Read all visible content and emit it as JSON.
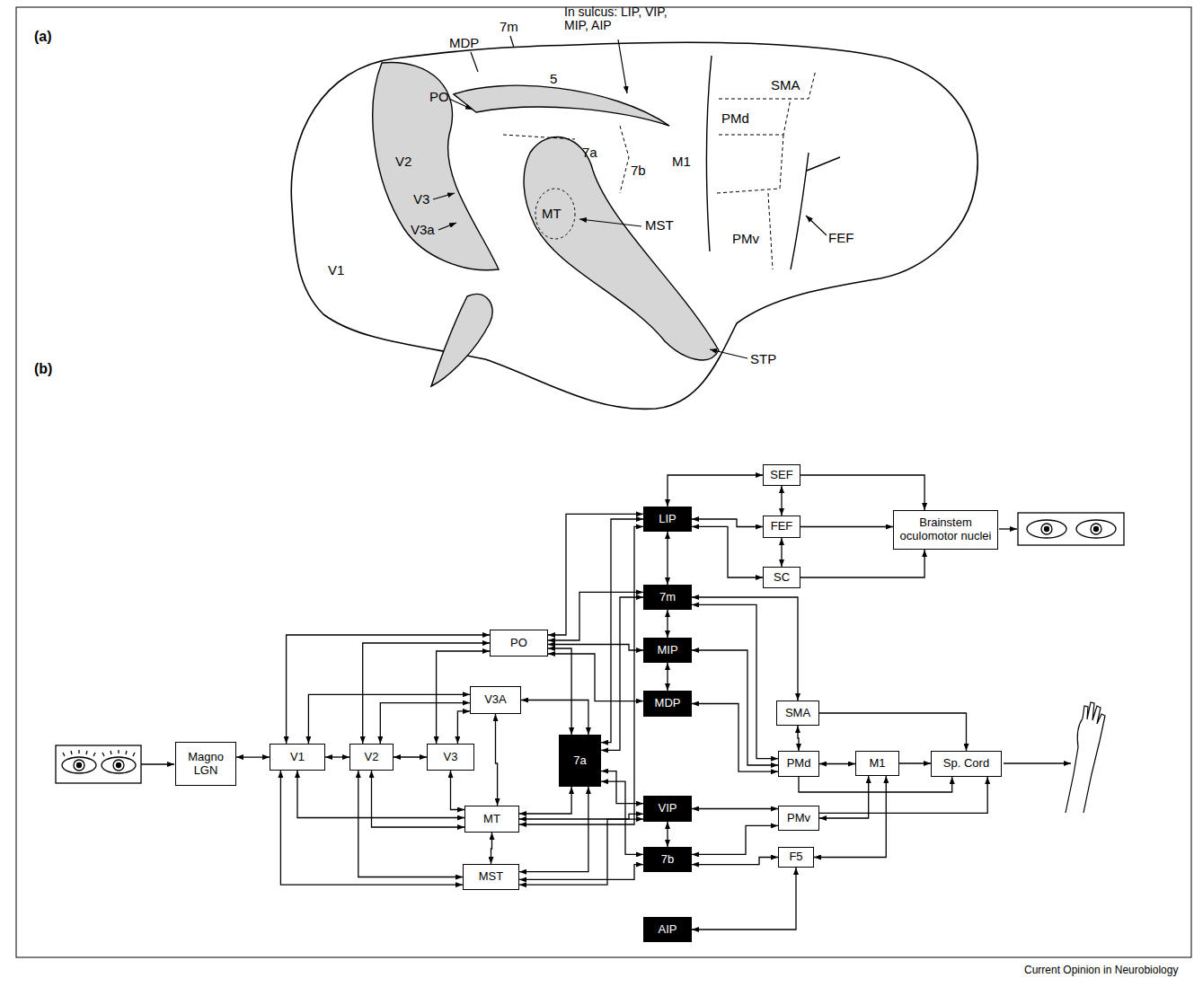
{
  "diagram": {
    "nodes": [
      {
        "text": [
          "Magno LGN"
        ]
      },
      {
        "text": [
          "V1"
        ]
      },
      {
        "text": [
          "V2"
        ]
      },
      {
        "text": [
          "V3"
        ]
      },
      {
        "text": [
          "V3A"
        ]
      },
      {
        "text": [
          "PO"
        ]
      },
      {
        "text": [
          "MT"
        ]
      },
      {
        "text": [
          "MST"
        ]
      },
      {
        "text": [
          "7a"
        ]
      },
      {
        "text": [
          "LIP"
        ]
      },
      {
        "text": [
          "7m"
        ]
      },
      {
        "text": [
          "MIP"
        ]
      },
      {
        "text": [
          "MDP"
        ]
      },
      {
        "text": [
          "VIP"
        ]
      },
      {
        "text": [
          "7b"
        ]
      },
      {
        "text": [
          "AIP"
        ]
      },
      {
        "text": [
          "SEF"
        ]
      },
      {
        "text": [
          "FEF"
        ]
      },
      {
        "text": [
          "SC"
        ]
      },
      {
        "text": [
          "Brainstem oculomotor nuclei"
        ]
      },
      {
        "text": [
          "SMA"
        ]
      },
      {
        "text": [
          "PMd"
        ]
      },
      {
        "text": [
          "M1"
        ]
      },
      {
        "text": [
          "Sp. Cord"
        ]
      },
      {
        "text": [
          "PMv"
        ]
      },
      {
        "text": [
          "F5"
        ]
      }
    ],
    "edges": [
      {
        "from": 0,
        "to": 1,
        "arrow": "both"
      },
      {
        "from": 1,
        "to": 2,
        "arrow": "both"
      },
      {
        "from": 2,
        "to": 3,
        "arrow": "both"
      },
      {
        "from": 1,
        "to": 5,
        "arrow": "both"
      },
      {
        "from": 2,
        "to": 5,
        "arrow": "both"
      },
      {
        "from": 3,
        "to": 5,
        "arrow": "both"
      },
      {
        "from": 1,
        "to": 4,
        "arrow": "both"
      },
      {
        "from": 2,
        "to": 4,
        "arrow": "both"
      },
      {
        "from": 3,
        "to": 4,
        "arrow": "both"
      },
      {
        "from": 1,
        "to": 6,
        "arrow": "both"
      },
      {
        "from": 2,
        "to": 6,
        "arrow": "both"
      },
      {
        "from": 3,
        "to": 6,
        "arrow": "both"
      },
      {
        "from": 2,
        "to": 7,
        "arrow": "both"
      },
      {
        "from": 1,
        "to": 7,
        "arrow": "both"
      },
      {
        "from": 6,
        "to": 7,
        "arrow": "both"
      },
      {
        "from": 4,
        "to": 6,
        "arrow": "both"
      },
      {
        "from": 5,
        "to": 8,
        "arrow": "both"
      },
      {
        "from": 4,
        "to": 8,
        "arrow": "both"
      },
      {
        "from": 6,
        "to": 8,
        "arrow": "both"
      },
      {
        "from": 7,
        "to": 8,
        "arrow": "both"
      },
      {
        "from": 8,
        "to": 9,
        "arrow": "both"
      },
      {
        "from": 8,
        "to": 10,
        "arrow": "both"
      },
      {
        "from": 8,
        "to": 13,
        "arrow": "both"
      },
      {
        "from": 8,
        "to": 14,
        "arrow": "both"
      },
      {
        "from": 5,
        "to": 9,
        "arrow": "both"
      },
      {
        "from": 5,
        "to": 10,
        "arrow": "both"
      },
      {
        "from": 5,
        "to": 11,
        "arrow": "both"
      },
      {
        "from": 5,
        "to": 12,
        "arrow": "both"
      },
      {
        "from": 6,
        "to": 9,
        "arrow": "both"
      },
      {
        "from": 6,
        "to": 13,
        "arrow": "both"
      },
      {
        "from": 7,
        "to": 14,
        "arrow": "both"
      },
      {
        "from": 7,
        "to": 13,
        "arrow": "both"
      },
      {
        "from": 9,
        "to": 10,
        "arrow": "both"
      },
      {
        "from": 10,
        "to": 11,
        "arrow": "both"
      },
      {
        "from": 11,
        "to": 12,
        "arrow": "both"
      },
      {
        "from": 13,
        "to": 14,
        "arrow": "both"
      },
      {
        "from": 9,
        "to": 17,
        "arrow": "both"
      },
      {
        "from": 9,
        "to": 16,
        "arrow": "both"
      },
      {
        "from": 9,
        "to": 18,
        "arrow": "both"
      },
      {
        "from": 16,
        "to": 17,
        "arrow": "both"
      },
      {
        "from": 17,
        "to": 18,
        "arrow": "both"
      },
      {
        "from": 16,
        "to": 19,
        "arrow": "to"
      },
      {
        "from": 17,
        "to": 19,
        "arrow": "to"
      },
      {
        "from": 18,
        "to": 19,
        "arrow": "to"
      },
      {
        "from": 10,
        "to": 20,
        "arrow": "both"
      },
      {
        "from": 10,
        "to": 21,
        "arrow": "both"
      },
      {
        "from": 11,
        "to": 21,
        "arrow": "both"
      },
      {
        "from": 12,
        "to": 21,
        "arrow": "both"
      },
      {
        "from": 13,
        "to": 24,
        "arrow": "both"
      },
      {
        "from": 14,
        "to": 24,
        "arrow": "both"
      },
      {
        "from": 14,
        "to": 25,
        "arrow": "both"
      },
      {
        "from": 15,
        "to": 25,
        "arrow": "both"
      },
      {
        "from": 20,
        "to": 21,
        "arrow": "both"
      },
      {
        "from": 21,
        "to": 22,
        "arrow": "both"
      },
      {
        "from": 22,
        "to": 23,
        "arrow": "to"
      },
      {
        "from": 20,
        "to": 23,
        "arrow": "to"
      },
      {
        "from": 21,
        "to": 23,
        "arrow": "to"
      },
      {
        "from": 24,
        "to": 22,
        "arrow": "both"
      },
      {
        "from": 25,
        "to": 22,
        "arrow": "both"
      },
      {
        "from": 24,
        "to": 23,
        "arrow": "to"
      }
    ],
    "labels": [
      "(a)",
      "7m",
      "In sulcus: LIP, VIP, MIP, AIP",
      "MDP",
      "PO",
      "5",
      "SMA",
      "PMd",
      "V2",
      "7a",
      "7b",
      "M1",
      "V1",
      "V3",
      "V3a",
      "MT",
      "MST",
      "PMv",
      "FEF",
      "STP",
      "(b)",
      "Current Opinion in Neurobiology"
    ]
  }
}
